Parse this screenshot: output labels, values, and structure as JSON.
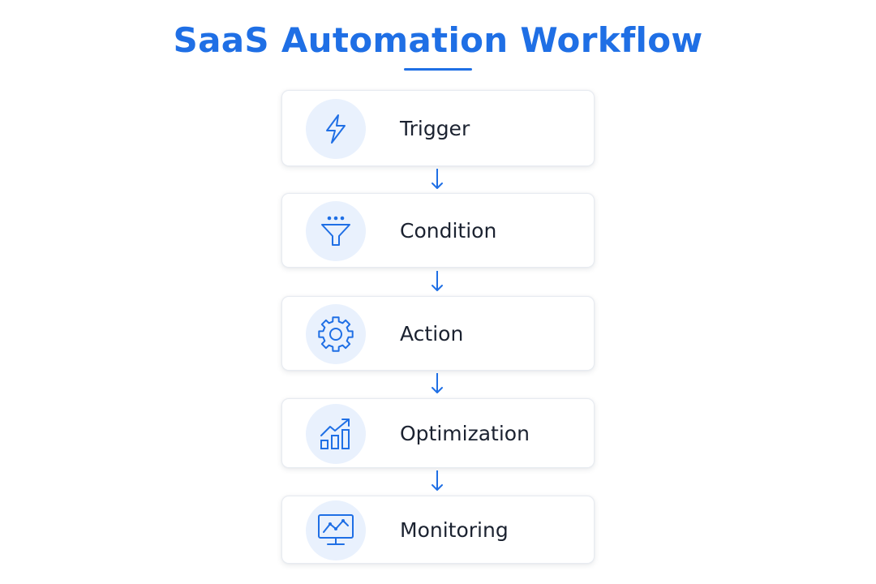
{
  "title": "SaaS Automation Workflow",
  "colors": {
    "accent": "#1f6fe5",
    "icon_bg": "#e9f1fd",
    "text": "#1b2230"
  },
  "steps": [
    {
      "label": "Trigger",
      "icon": "lightning-bolt-icon"
    },
    {
      "label": "Condition",
      "icon": "filter-funnel-icon"
    },
    {
      "label": "Action",
      "icon": "gear-icon"
    },
    {
      "label": "Optimization",
      "icon": "growth-chart-icon"
    },
    {
      "label": "Monitoring",
      "icon": "monitor-analytics-icon"
    }
  ]
}
